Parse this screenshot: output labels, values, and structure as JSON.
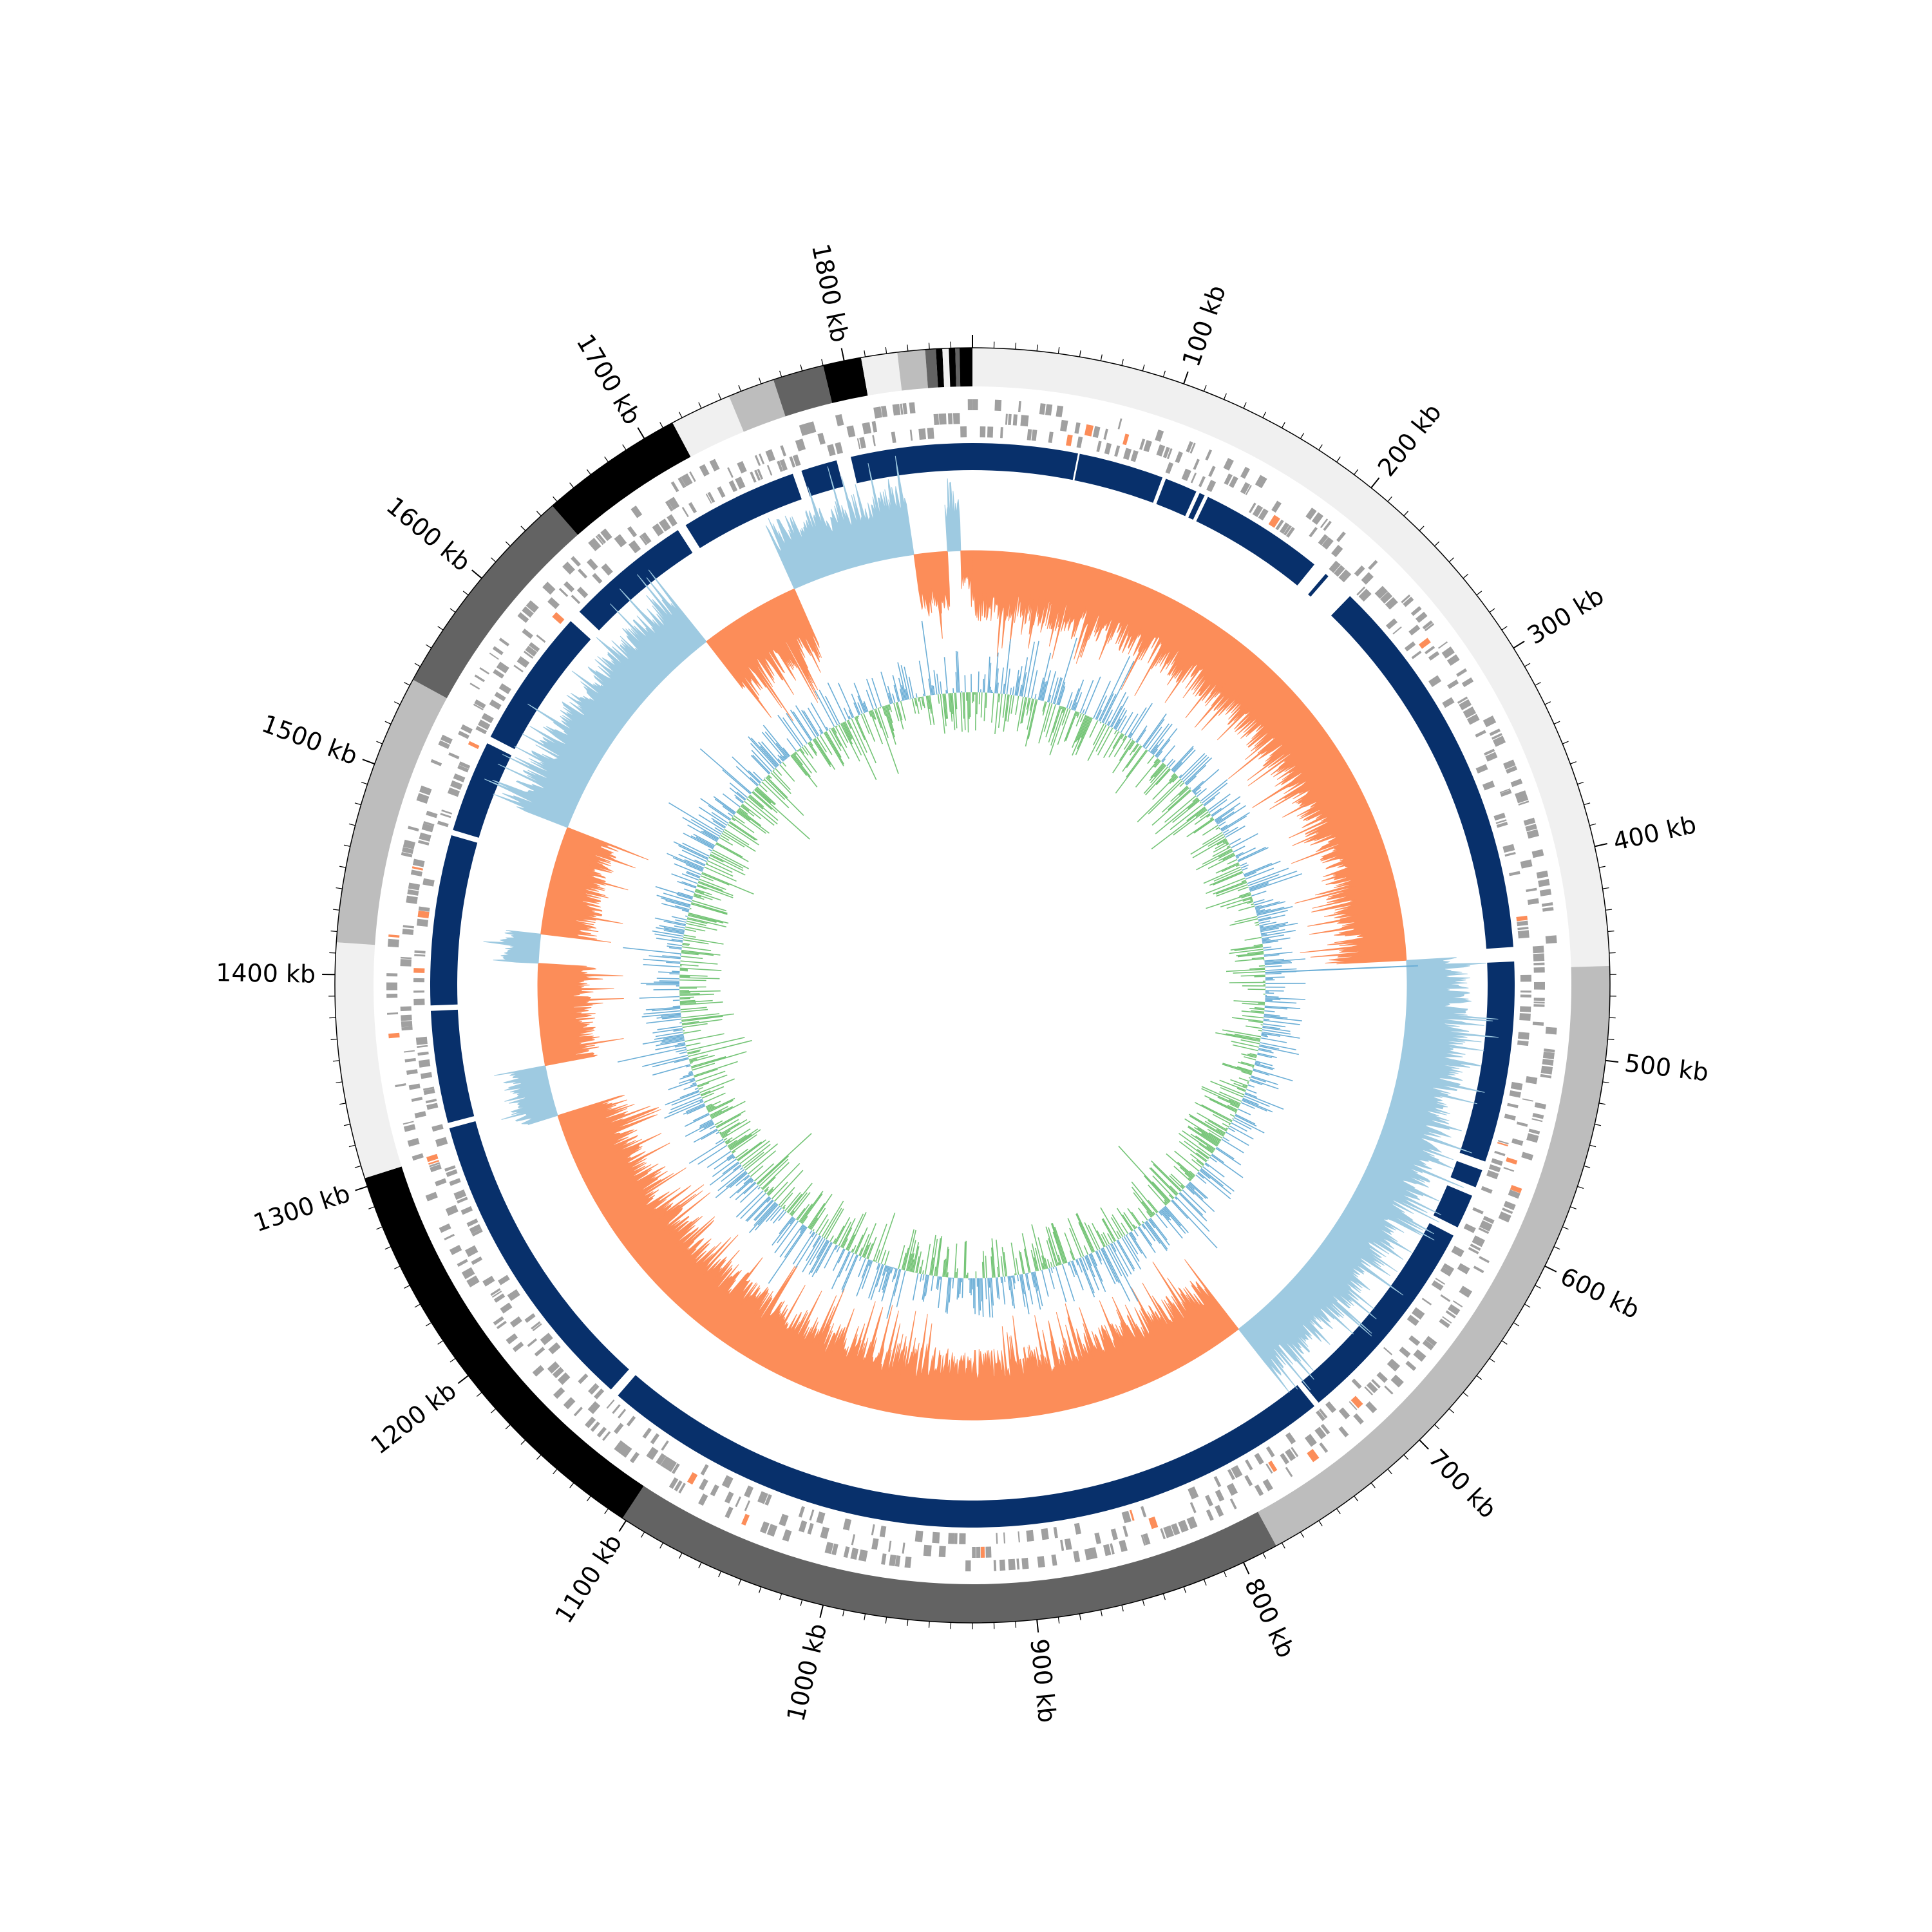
{
  "chart_data": {
    "type": "circular-genome",
    "genome_length_kb": 1860,
    "tick_labels": [
      {
        "kb": 100,
        "label": "100 kb"
      },
      {
        "kb": 200,
        "label": "200 kb"
      },
      {
        "kb": 300,
        "label": "300 kb"
      },
      {
        "kb": 400,
        "label": "400 kb"
      },
      {
        "kb": 500,
        "label": "500 kb"
      },
      {
        "kb": 600,
        "label": "600 kb"
      },
      {
        "kb": 700,
        "label": "700 kb"
      },
      {
        "kb": 800,
        "label": "800 kb"
      },
      {
        "kb": 900,
        "label": "900 kb"
      },
      {
        "kb": 1000,
        "label": "1000 kb"
      },
      {
        "kb": 1100,
        "label": "1100 kb"
      },
      {
        "kb": 1200,
        "label": "1200 kb"
      },
      {
        "kb": 1300,
        "label": "1300 kb"
      },
      {
        "kb": 1400,
        "label": "1400 kb"
      },
      {
        "kb": 1500,
        "label": "1500 kb"
      },
      {
        "kb": 1600,
        "label": "1600 kb"
      },
      {
        "kb": 1700,
        "label": "1700 kb"
      },
      {
        "kb": 1800,
        "label": "1800 kb"
      }
    ],
    "minor_tick_interval_kb": 10,
    "contigs": [
      {
        "start": 0,
        "end": 456,
        "color": "#f0f0f0"
      },
      {
        "start": 456,
        "end": 783,
        "color": "#bdbdbd"
      },
      {
        "start": 783,
        "end": 1102,
        "color": "#636363"
      },
      {
        "start": 1102,
        "end": 1304,
        "color": "#000000"
      },
      {
        "start": 1304,
        "end": 1415,
        "color": "#f0f0f0"
      },
      {
        "start": 1415,
        "end": 1543,
        "color": "#bdbdbd"
      },
      {
        "start": 1543,
        "end": 1647,
        "color": "#636363"
      },
      {
        "start": 1647,
        "end": 1715,
        "color": "#000000"
      },
      {
        "start": 1715,
        "end": 1744,
        "color": "#f0f0f0"
      },
      {
        "start": 1744,
        "end": 1766,
        "color": "#bdbdbd"
      },
      {
        "start": 1766,
        "end": 1790,
        "color": "#636363"
      },
      {
        "start": 1790,
        "end": 1808,
        "color": "#000000"
      },
      {
        "start": 1808,
        "end": 1825,
        "color": "#f0f0f0"
      },
      {
        "start": 1825,
        "end": 1838,
        "color": "#bdbdbd"
      },
      {
        "start": 1838,
        "end": 1843,
        "color": "#636363"
      },
      {
        "start": 1843,
        "end": 1846,
        "color": "#000000"
      },
      {
        "start": 1846,
        "end": 1849,
        "color": "#f0f0f0"
      },
      {
        "start": 1849,
        "end": 1852,
        "color": "#000000"
      },
      {
        "start": 1852,
        "end": 1854,
        "color": "#636363"
      },
      {
        "start": 1854,
        "end": 1860,
        "color": "#000000"
      }
    ],
    "feature_color": "#a0a0a0",
    "feature_highlight_color": "#fc8d59",
    "synteny_color": "#08306b",
    "synteny_blocks": [
      {
        "start": 0,
        "end": 58
      },
      {
        "start": 59,
        "end": 106
      },
      {
        "start": 108,
        "end": 126
      },
      {
        "start": 128,
        "end": 131
      },
      {
        "start": 133,
        "end": 202
      },
      {
        "start": 210,
        "end": 212
      },
      {
        "start": 228,
        "end": 444
      },
      {
        "start": 452,
        "end": 563
      },
      {
        "start": 568,
        "end": 578
      },
      {
        "start": 583,
        "end": 602
      },
      {
        "start": 607,
        "end": 725
      },
      {
        "start": 728,
        "end": 1141
      },
      {
        "start": 1146,
        "end": 1316
      },
      {
        "start": 1319,
        "end": 1381
      },
      {
        "start": 1384,
        "end": 1478
      },
      {
        "start": 1481,
        "end": 1532
      },
      {
        "start": 1536,
        "end": 1613
      },
      {
        "start": 1620,
        "end": 1690
      },
      {
        "start": 1695,
        "end": 1760
      },
      {
        "start": 1765,
        "end": 1785
      },
      {
        "start": 1793,
        "end": 1860
      }
    ],
    "gc_skew_positive_color": "#fc8d59",
    "gc_skew_negative_color": "#9ecae1",
    "gc_skew_segments": [
      {
        "start": 0,
        "end": 448,
        "sign": "positive",
        "mean": 0.55
      },
      {
        "start": 448,
        "end": 735,
        "sign": "negative",
        "mean": 0.5
      },
      {
        "start": 735,
        "end": 1305,
        "sign": "positive",
        "mean": 0.55
      },
      {
        "start": 1305,
        "end": 1340,
        "sign": "negative",
        "mean": 0.35
      },
      {
        "start": 1340,
        "end": 1410,
        "sign": "positive",
        "mean": 0.45
      },
      {
        "start": 1410,
        "end": 1430,
        "sign": "negative",
        "mean": 0.3
      },
      {
        "start": 1430,
        "end": 1505,
        "sign": "positive",
        "mean": 0.45
      },
      {
        "start": 1505,
        "end": 1665,
        "sign": "negative",
        "mean": 0.5
      },
      {
        "start": 1665,
        "end": 1735,
        "sign": "positive",
        "mean": 0.6
      },
      {
        "start": 1735,
        "end": 1820,
        "sign": "negative",
        "mean": 0.55
      },
      {
        "start": 1820,
        "end": 1843,
        "sign": "positive",
        "mean": 0.5
      },
      {
        "start": 1843,
        "end": 1852,
        "sign": "negative",
        "mean": 0.4
      },
      {
        "start": 1852,
        "end": 1860,
        "sign": "positive",
        "mean": 0.3
      }
    ],
    "gc_content_above_color": "#6baed6",
    "gc_content_below_color": "#74c476",
    "gc_content_outlier": {
      "kb": 452,
      "value": 0.9
    }
  }
}
